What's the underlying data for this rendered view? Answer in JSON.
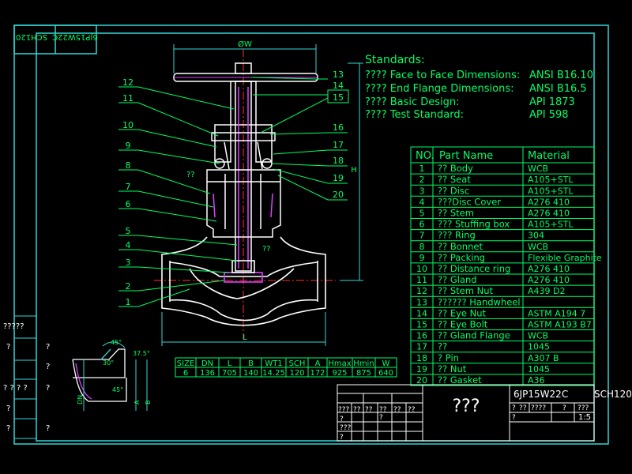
{
  "colors": {
    "background": "#000000",
    "frame": "#33d6d6",
    "drawing": "#ffffff",
    "text": "#00ff66",
    "dimension": "#33d6d6",
    "accent": "#e040ff",
    "centerline": "#ff3030"
  },
  "stamp": {
    "code": "6JP15W22C",
    "sch": "SCH120"
  },
  "standards": {
    "title": "Standards:",
    "rows": [
      {
        "label": "???? Face to Face Dimensions:",
        "value": "ANSI B16.10"
      },
      {
        "label": "???? End Flange Dimensions:",
        "value": "ANSI B16.5"
      },
      {
        "label": "???? Basic Design:",
        "value": "API 1873"
      },
      {
        "label": "???? Test Standard:",
        "value": "API 598"
      }
    ]
  },
  "parts_table": {
    "headers": [
      "NO.",
      "Part Name",
      "Material"
    ],
    "rows": [
      [
        "1",
        "?? Body",
        "WCB"
      ],
      [
        "2",
        "?? Seat",
        "A105+STL"
      ],
      [
        "3",
        "?? Disc",
        "A105+STL"
      ],
      [
        "4",
        "???Disc Cover",
        "A276 410"
      ],
      [
        "5",
        "?? Stem",
        "A276 410"
      ],
      [
        "6",
        "??? Stuffing box",
        "A105+STL"
      ],
      [
        "7",
        "??? Ring",
        "304"
      ],
      [
        "8",
        "?? Bonnet",
        "WCB"
      ],
      [
        "9",
        "?? Packing",
        "Flexible Graphite"
      ],
      [
        "10",
        "?? Distance ring",
        "A276 410"
      ],
      [
        "11",
        "?? Gland",
        "A276 410"
      ],
      [
        "12",
        "?? Stem Nut",
        "A439 D2"
      ],
      [
        "13",
        "?????? Handwheel",
        ""
      ],
      [
        "14",
        "?? Eye Nut",
        "ASTM A194 7"
      ],
      [
        "15",
        "?? Eye Bolt",
        "ASTM A193 B7"
      ],
      [
        "16",
        "?? Gland Flange",
        "WCB"
      ],
      [
        "17",
        "??",
        "1045"
      ],
      [
        "18",
        "? Pin",
        "A307 B"
      ],
      [
        "19",
        "?? Nut",
        "1045"
      ],
      [
        "20",
        "?? Gasket",
        "A36"
      ]
    ]
  },
  "dim_table": {
    "headers": [
      "SIZE",
      "DN",
      "L",
      "B",
      "WT1",
      "SCH",
      "A",
      "Hmax",
      "Hmin",
      "W"
    ],
    "values": [
      "6",
      "136",
      "705",
      "140",
      "14.25",
      "120",
      "172",
      "925",
      "875",
      "640"
    ]
  },
  "title_block": {
    "title": "???",
    "drawing_no": "6JP15W22C",
    "sch": "SCH120",
    "scale": "1:5",
    "cells": [
      "?",
      "??",
      "????",
      "?",
      "???",
      "?"
    ],
    "grid_marks": [
      "???",
      "??",
      "??",
      "??",
      "??",
      "??",
      "?",
      "?",
      "???",
      "?"
    ]
  },
  "left_block": {
    "rows": [
      "?????",
      "?",
      "? ? ? ?",
      "?",
      "?"
    ],
    "marks": [
      "?",
      "?",
      "?",
      "?"
    ]
  },
  "callouts": {
    "left": [
      "12",
      "11",
      "10",
      "9",
      "8",
      "7",
      "6",
      "5",
      "4",
      "3",
      "2",
      "1"
    ],
    "right": [
      "13",
      "14",
      "15",
      "16",
      "17",
      "18",
      "19",
      "20"
    ],
    "qmarks": [
      "??",
      "??"
    ]
  },
  "dims": {
    "W": "ØW",
    "H": "H",
    "L": "L",
    "weld_angle": "45°",
    "weld_angle2": "37.5°",
    "weld_dn": "DN",
    "weld_a": "A",
    "weld_b": "B",
    "weld_r": "30°",
    "weld_r2": "45°"
  }
}
